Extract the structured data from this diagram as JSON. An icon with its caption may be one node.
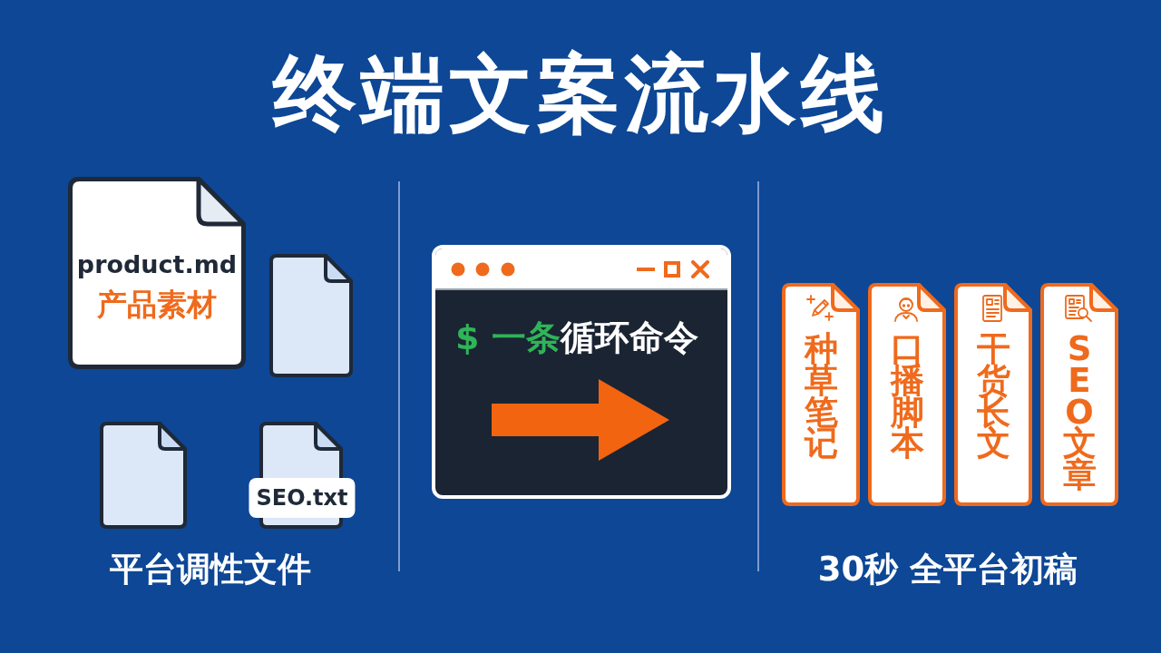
{
  "diagram": {
    "title": "终端文案流水线",
    "nodes": [
      {
        "text": [
          "product.md",
          "产品素材"
        ]
      },
      {
        "text": [],
        "shape": "document"
      },
      {
        "text": [],
        "shape": "document"
      },
      {
        "text": [
          "SEO.txt"
        ]
      },
      {
        "text": [
          "$ 一条",
          "循环命令"
        ]
      },
      {
        "text": [
          "种草笔记"
        ]
      },
      {
        "text": [
          "口播脚本"
        ]
      },
      {
        "text": [
          "干货长文"
        ]
      },
      {
        "text": [
          "SEO文章"
        ]
      }
    ],
    "labels": [
      "平台调性文件",
      "30秒 全平台初稿"
    ]
  }
}
